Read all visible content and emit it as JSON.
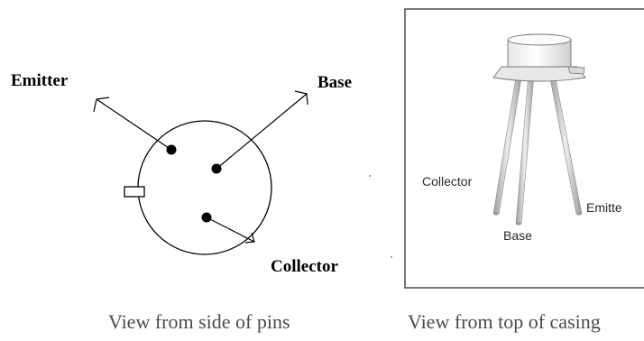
{
  "left_diagram": {
    "pin_labels": {
      "emitter": "Emitter",
      "base": "Base",
      "collector": "Collector"
    },
    "caption": "View from side of pins"
  },
  "right_diagram": {
    "pin_labels": {
      "collector": "Collector",
      "base": "Base",
      "emitter": "Emitte"
    },
    "caption": "View from top of casing"
  },
  "colors": {
    "ink": "#000000",
    "frame": "#555555",
    "casing": "#f4f4f4",
    "leads": "#a8a8a8",
    "caption_text": "#4a4a4a"
  }
}
